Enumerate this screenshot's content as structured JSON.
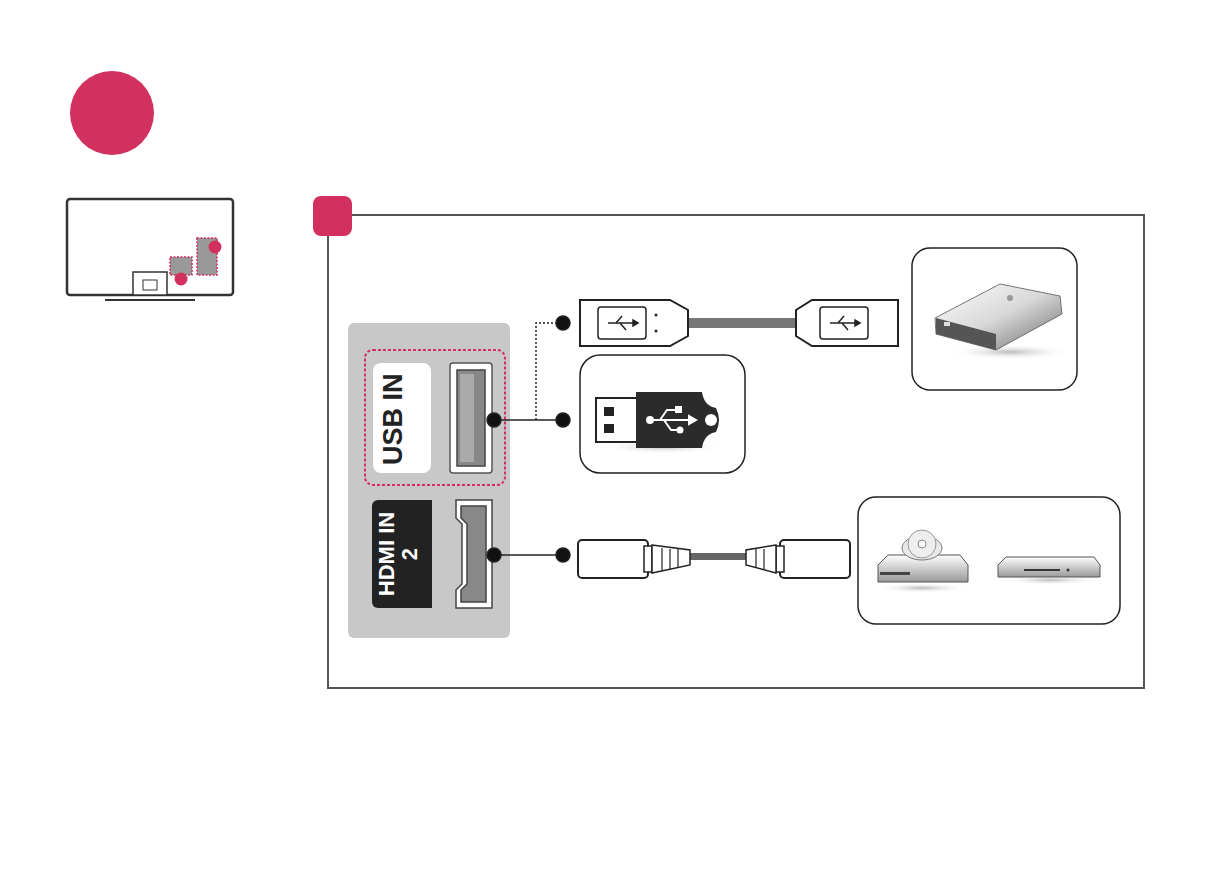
{
  "diagram": {
    "nodes": [
      {
        "text": [
          "USB IN"
        ]
      },
      {
        "text": [
          "HDMI IN",
          "2"
        ]
      }
    ]
  }
}
